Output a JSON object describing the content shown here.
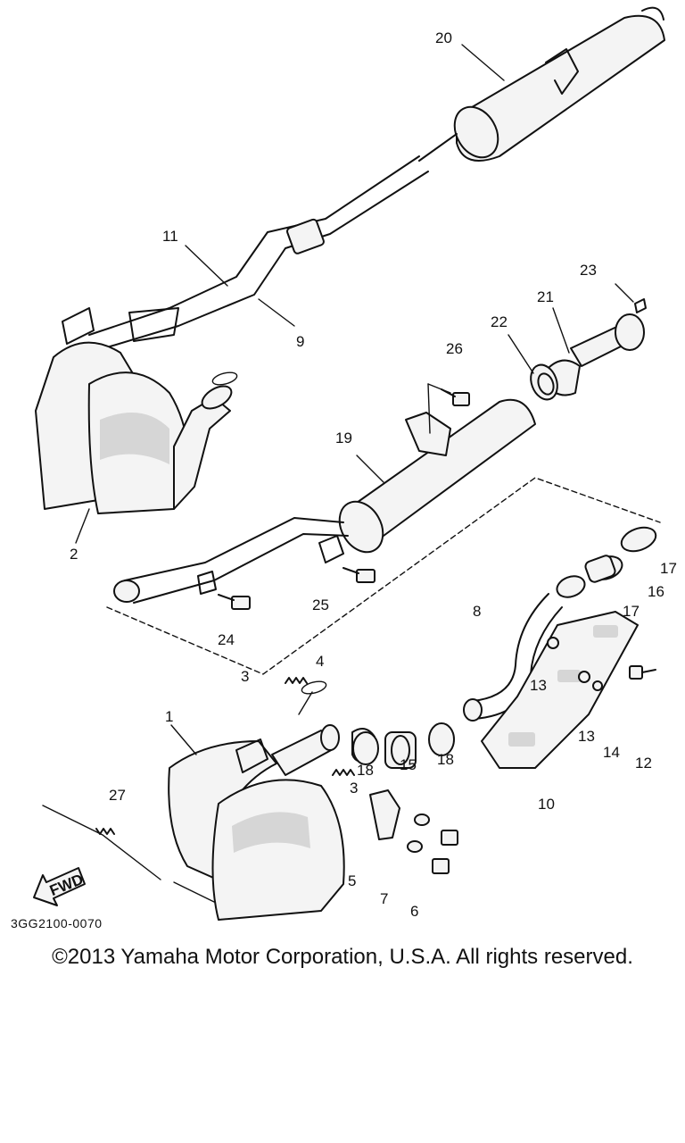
{
  "diagram": {
    "code": "3GG2100-0070",
    "copyright": "©2013 Yamaha Motor Corporation, U.S.A. All rights reserved.",
    "fwd_label": "FWD",
    "callouts": {
      "c1": "1",
      "c2": "2",
      "c3a": "3",
      "c3b": "3",
      "c4": "4",
      "c5": "5",
      "c6": "6",
      "c7": "7",
      "c8": "8",
      "c9": "9",
      "c10": "10",
      "c11": "11",
      "c12": "12",
      "c13a": "13",
      "c13b": "13",
      "c14": "14",
      "c15": "15",
      "c16": "16",
      "c17a": "17",
      "c17b": "17",
      "c18a": "18",
      "c18b": "18",
      "c19": "19",
      "c20": "20",
      "c21": "21",
      "c22": "22",
      "c23": "23",
      "c24": "24",
      "c25": "25",
      "c26": "26",
      "c27": "27"
    }
  }
}
